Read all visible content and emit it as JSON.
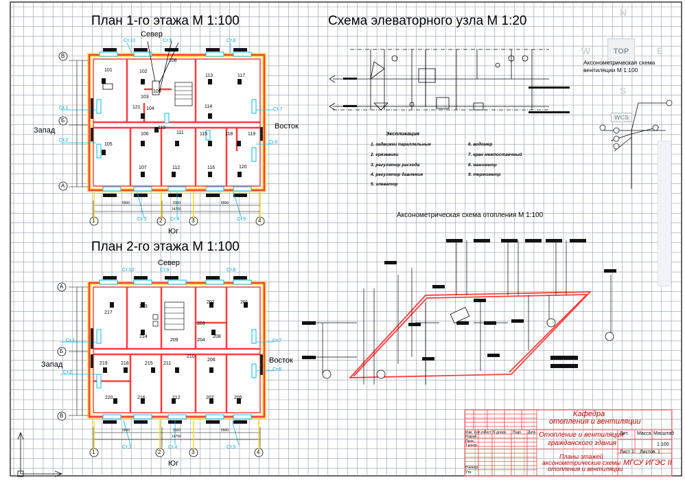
{
  "titles": {
    "plan1": "План 1-го этажа М 1:100",
    "elevator": "Схема элеваторного узла М 1:20",
    "plan2": "План 2-го этажа М 1:100",
    "axo_heating": "Аксонометрическая схема отопления М 1:100",
    "axo_vent": "Аксонометрическая схема вентиляции М 1:100"
  },
  "directions": {
    "north": "Север",
    "south": "Юг",
    "west": "Запад",
    "east": "Восток"
  },
  "viewcube": {
    "n": "N",
    "s": "S",
    "w": "W",
    "e": "E",
    "top": "TOP",
    "wcs": "WCS"
  },
  "plan1_rooms": [
    "101",
    "102",
    "103",
    "104",
    "105",
    "106",
    "107",
    "108",
    "109",
    "110",
    "111",
    "112",
    "113",
    "114",
    "115",
    "116",
    "117",
    "118",
    "119",
    "120",
    "121"
  ],
  "plan2_rooms": [
    "201",
    "202",
    "203",
    "204",
    "205",
    "206",
    "207",
    "208",
    "209",
    "210",
    "211",
    "212",
    "213",
    "214",
    "215",
    "216",
    "217",
    "218",
    "219",
    "220"
  ],
  "risers": [
    "Ст.1",
    "Ст.2",
    "Ст.3",
    "Ст.4",
    "Ст.5",
    "Ст.6",
    "Ст.7",
    "Ст.8",
    "Ст.9",
    "Ст.10"
  ],
  "axes": {
    "letters": [
      "А",
      "Б",
      "В"
    ],
    "numbers": [
      "1",
      "2",
      "3",
      "4"
    ]
  },
  "dimensions": {
    "d1": "5500",
    "d2": "3100",
    "d3": "5500",
    "total": "14700"
  },
  "legend": {
    "title": "Экспликация",
    "items": [
      "1. задвижки параллельные",
      "2. грязевики",
      "3. регулятор расхода",
      "4. регулятор давления",
      "5. элеватор",
      "6. водомер",
      "7. кран межпостаечный",
      "8. манометр",
      "9. термометр"
    ]
  },
  "titleblock": {
    "dept1": "Кафедра",
    "dept2": "отопления и вентиляции",
    "project1": "Отопление и вентиляция",
    "project2": "гражданского здания",
    "sheet1": "Планы этажей",
    "sheet2": "аксонометрические схемы",
    "sheet3": "отопления и вентиляции",
    "org": "МГСУ ИГЭС II",
    "col_lit": "Лит.",
    "col_mass": "Масса",
    "col_scale": "Масштаб",
    "scale": "1:100",
    "sheet_label": "Лист",
    "sheet_no": "1",
    "sheets_label": "Листов",
    "sheets_no": "1",
    "rows": [
      "Изм.",
      "Кол.уч",
      "Лист",
      "N докум.",
      "Подп.",
      "Дата"
    ],
    "roles": [
      "Разраб.",
      "Пров.",
      "Т.контр.",
      "",
      "Н.контр.",
      "Утв."
    ]
  }
}
